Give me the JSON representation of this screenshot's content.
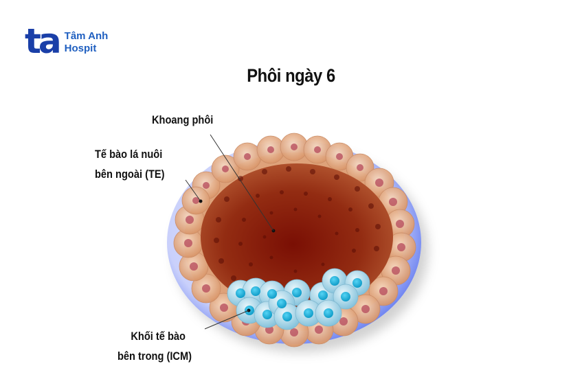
{
  "logo": {
    "mark": "ta",
    "line1": "Tâm Anh",
    "line2": "Hospit",
    "color": "#1a3fa8"
  },
  "title": "Phôi ngày 6",
  "labels": {
    "cavity": "Khoang phôi",
    "te_line1": "Tế bào lá nuôi",
    "te_line2": "bên ngoài (TE)",
    "icm_line1": "Khối tế bào",
    "icm_line2": "bên trong (ICM)"
  },
  "colors": {
    "zona": "#6f86f0",
    "trophectoderm": "#e9b790",
    "cavity": "#8a1d0c",
    "icm_cell": "#a9d8ea",
    "icm_nucleus": "#1db4e0"
  }
}
